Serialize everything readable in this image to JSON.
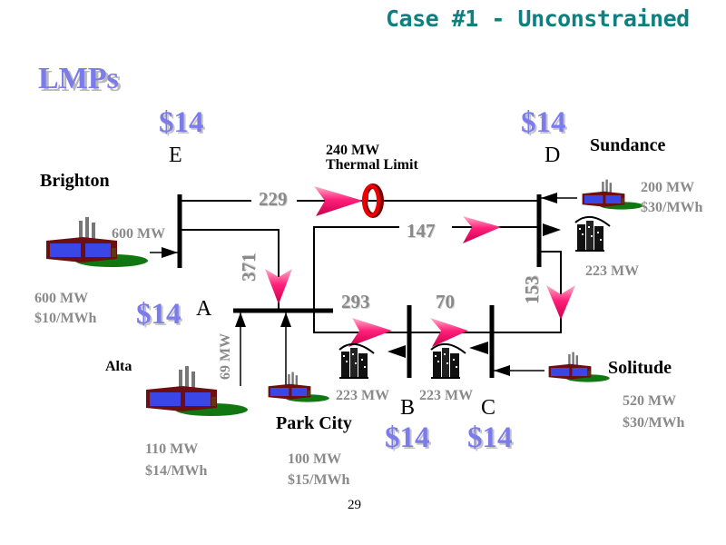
{
  "slide": {
    "title": "Case #1 - Unconstrained",
    "heading": "LMPs",
    "page_number": "29"
  },
  "buses": {
    "A": {
      "label": "A",
      "price": "$14"
    },
    "B": {
      "label": "B",
      "price": "$14"
    },
    "C": {
      "label": "C",
      "price": "$14"
    },
    "D": {
      "label": "D",
      "price": "$14"
    },
    "E": {
      "label": "E",
      "price": "$14"
    }
  },
  "generators": {
    "brighton": {
      "name": "Brighton",
      "mw": "600 MW",
      "cost": "$10/MWh",
      "output": "600 MW"
    },
    "alta": {
      "name": "Alta",
      "mw": "110 MW",
      "cost": "$14/MWh",
      "output": "69 MW"
    },
    "park_city": {
      "name": "Park City",
      "mw": "100 MW",
      "cost": "$15/MWh"
    },
    "sundance": {
      "name": "Sundance",
      "mw": "200 MW",
      "cost": "$30/MWh"
    },
    "solitude": {
      "name": "Solitude",
      "mw": "520 MW",
      "cost": "$30/MWh"
    }
  },
  "loads": {
    "B": {
      "mw": "223 MW"
    },
    "C": {
      "mw": "223 MW"
    },
    "D": {
      "mw": "223 MW"
    }
  },
  "flows": {
    "E_D": "229",
    "A_D": "147",
    "E_A": "371",
    "A_B": "293",
    "B_C": "70",
    "D_C": "153"
  },
  "constraint": {
    "limit": "240 MW",
    "label": "Thermal Limit"
  },
  "colors": {
    "title": "#0f7f7f",
    "price": "#7b7bea",
    "value_gray": "#8a8a8a",
    "flow_arrow": "#ee1166",
    "limit_ring": "#dd0000"
  }
}
